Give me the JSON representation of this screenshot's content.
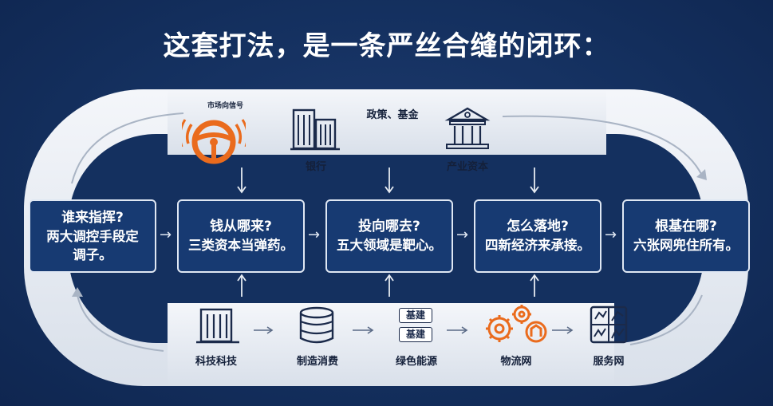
{
  "title": "这套打法，是一条严丝合缝的闭环：",
  "top_icons": {
    "signal_label": "市场向信号",
    "bank_label": "银行",
    "policy_label": "政策、基金",
    "industry_label": "产业资本"
  },
  "boxes": [
    {
      "line1": "谁来指挥?",
      "line2": "两大调控手段定",
      "line3": "调子。"
    },
    {
      "line1": "钱从哪来?",
      "line2": "三类资本当弹药。",
      "line3": ""
    },
    {
      "line1": "投向哪去?",
      "line2": "五大领域是靶心。",
      "line3": ""
    },
    {
      "line1": "怎么落地?",
      "line2": "四新经济来承接。",
      "line3": ""
    },
    {
      "line1": "根基在哪?",
      "line2": "六张网兜住所有。",
      "line3": ""
    }
  ],
  "bottom_icons": {
    "tech_label": "科技科技",
    "consumption_label": "制造消费",
    "green_label": "绿色能源",
    "green_tag_1": "基建",
    "green_tag_2": "基建",
    "logistics_label": "物流网",
    "service_label": "服务网"
  },
  "colors": {
    "background": "#14305f",
    "box_fill": "#173a72",
    "ring": "#e6ebf2",
    "accent_orange": "#ea6b1d",
    "ink": "#1b2a4a"
  }
}
